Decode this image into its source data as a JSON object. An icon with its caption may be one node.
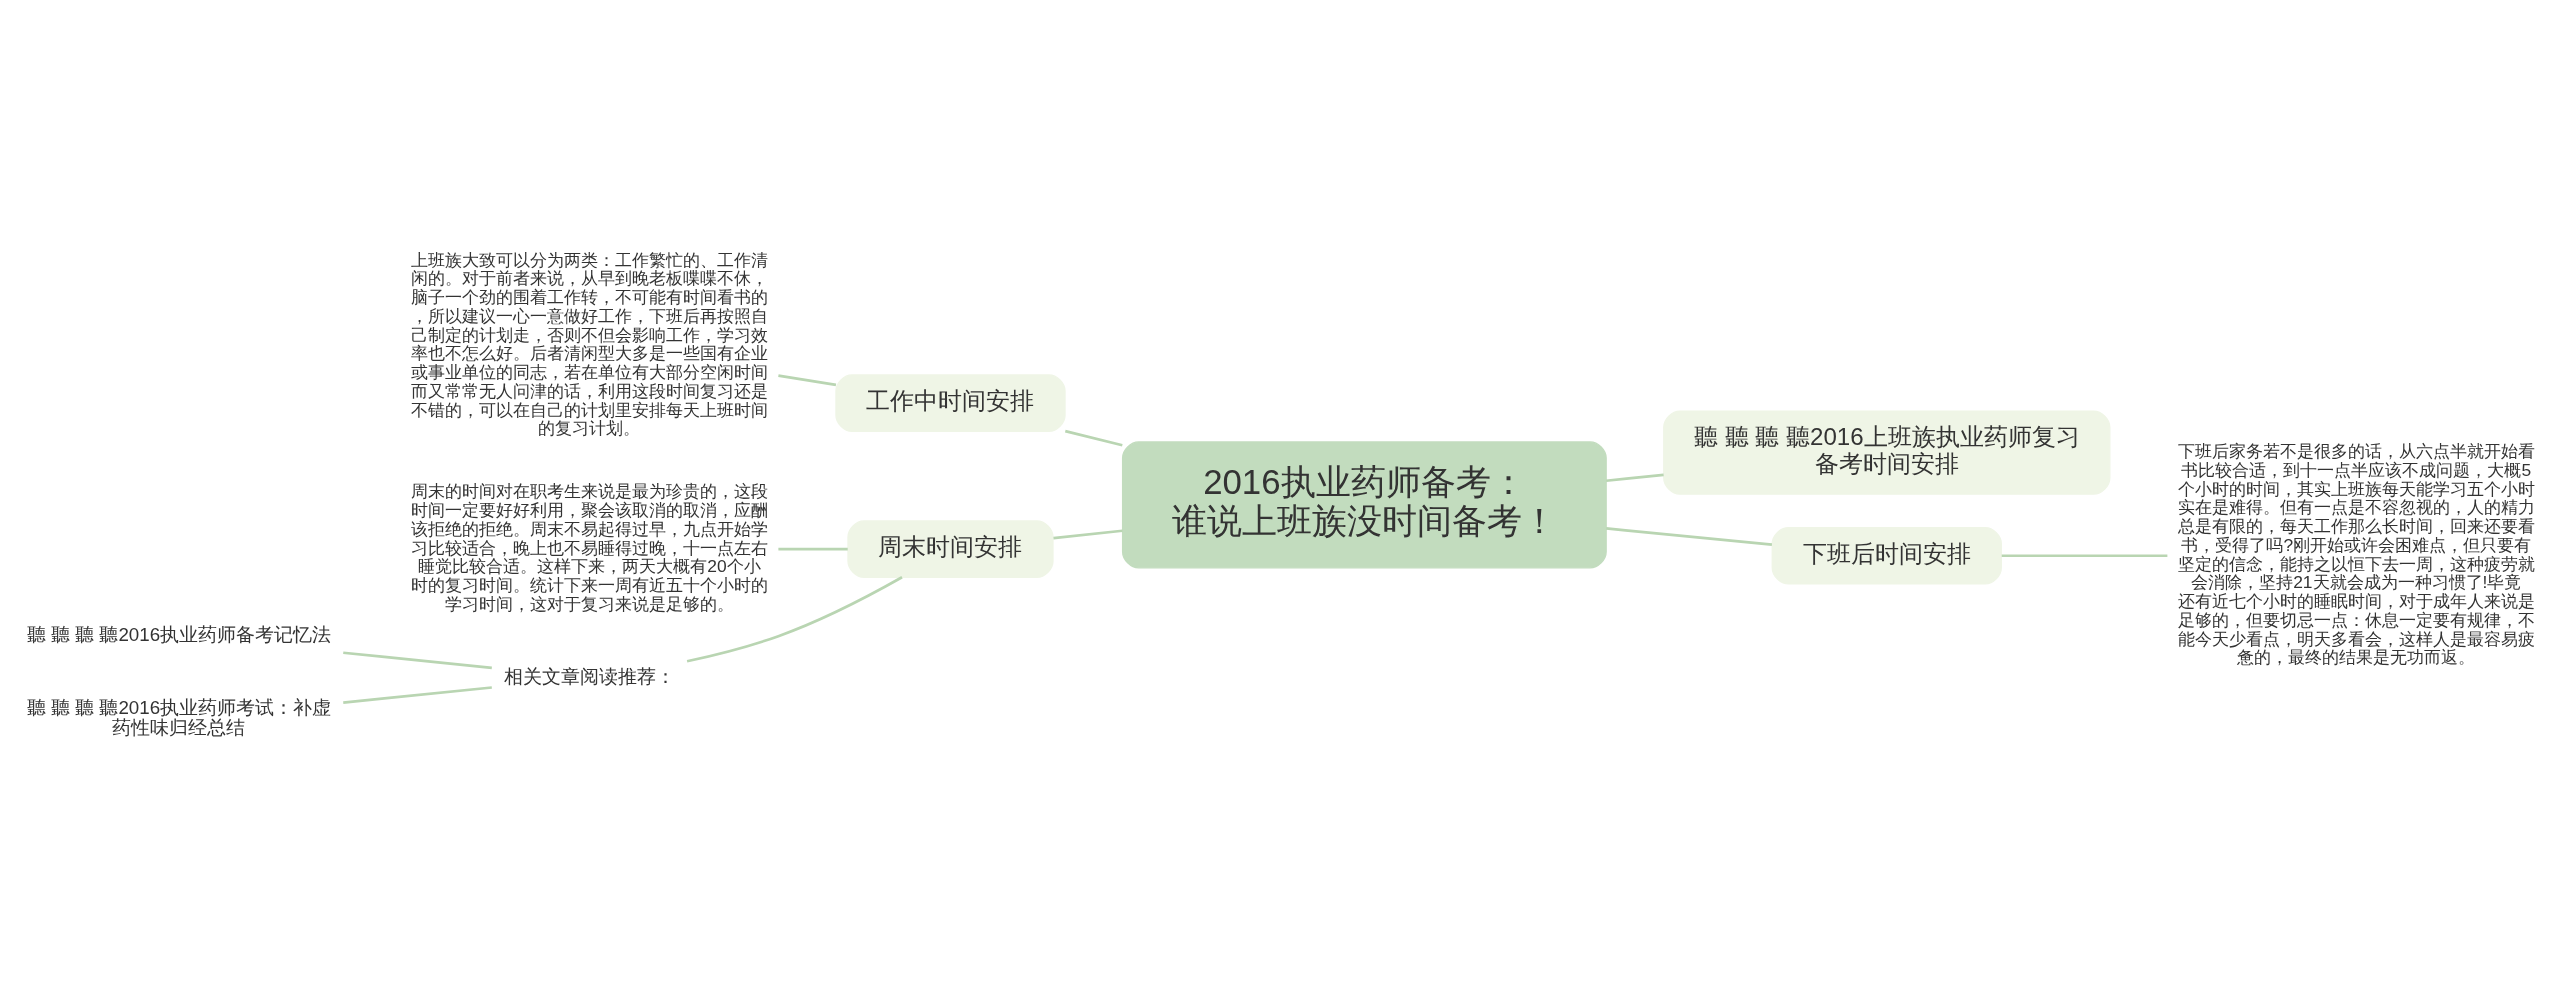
{
  "diagram": {
    "nodes": [
      {
        "text": [
          "2016执业药师备考：谁说上班族没时间备考！"
        ]
      },
      {
        "text": [
          "工作中时间安排"
        ]
      },
      {
        "text": [
          "上班族大致可以分为两类：工作繁忙的、工作清闲的。对于前者来说，从早到晚老板喋喋不休，脑子一个劲的围着工作转，不可能有时间看书的，所以建议一心一意做好工作，下班后再按照自己制定的计划走，否则不但会影响工作，学习效率也不怎么好。后者清闲型大多是一些国有企业或事业单位的同志，若在单位有大部分空闲时间而又常常无人问津的话，利用这段时间复习还是不错的，可以在自己的计划里安排每天上班时间的复习计划。"
        ]
      },
      {
        "text": [
          "聽 聽 聽 聽2016上班族执业药师复习备考时间安排"
        ]
      },
      {
        "text": [
          "周末时间安排"
        ]
      },
      {
        "text": [
          "周末的时间对在职考生来说是最为珍贵的，这段时间一定要好好利用，聚会该取消的取消，应酬该拒绝的拒绝。周末不易起得过早，九点开始学习比较适合，晚上也不易睡得过晚，十一点左右睡觉比较合适。这样下来，两天大概有20个小时的复习时间。统计下来一周有近五十个小时的学习时间，这对于复习来说是足够的。"
        ]
      },
      {
        "text": [
          "相关文章阅读推荐："
        ]
      },
      {
        "text": [
          "聽 聽 聽 聽2016执业药师备考记忆法"
        ]
      },
      {
        "text": [
          "聽 聽 聽 聽2016执业药师考试：补虚药性味归经总结"
        ]
      },
      {
        "text": [
          "下班后时间安排"
        ]
      },
      {
        "text": [
          "下班后家务若不是很多的话，从六点半就开始看书比较合适，到十一点半应该不成问题，大概5个小时的时间，其实上班族每天能学习五个小时实在是难得。但有一点是不容忽视的，人的精力总是有限的，每天工作那么长时间，回来还要看书，受得了吗?刚开始或许会困难点，但只要有坚定的信念，能持之以恒下去一周，这种疲劳就会消除，坚持21天就会成为一种习惯了!毕竟还有近七个小时的睡眠时间，对于成年人来说是足够的，但要切忌一点：休息一定要有规律，不能今天少看点，明天多看会，这样人是最容易疲惫的，最终的结果是无功而返。"
        ]
      }
    ],
    "edges": [
      {
        "from": 0,
        "to": 1,
        "arrow": "none"
      },
      {
        "from": 1,
        "to": 2,
        "arrow": "none"
      },
      {
        "from": 0,
        "to": 3,
        "arrow": "none"
      },
      {
        "from": 0,
        "to": 4,
        "arrow": "none"
      },
      {
        "from": 4,
        "to": 5,
        "arrow": "none"
      },
      {
        "from": 4,
        "to": 6,
        "arrow": "none"
      },
      {
        "from": 6,
        "to": 7,
        "arrow": "none"
      },
      {
        "from": 6,
        "to": 8,
        "arrow": "none"
      },
      {
        "from": 0,
        "to": 9,
        "arrow": "none"
      },
      {
        "from": 9,
        "to": 10,
        "arrow": "none"
      }
    ]
  }
}
